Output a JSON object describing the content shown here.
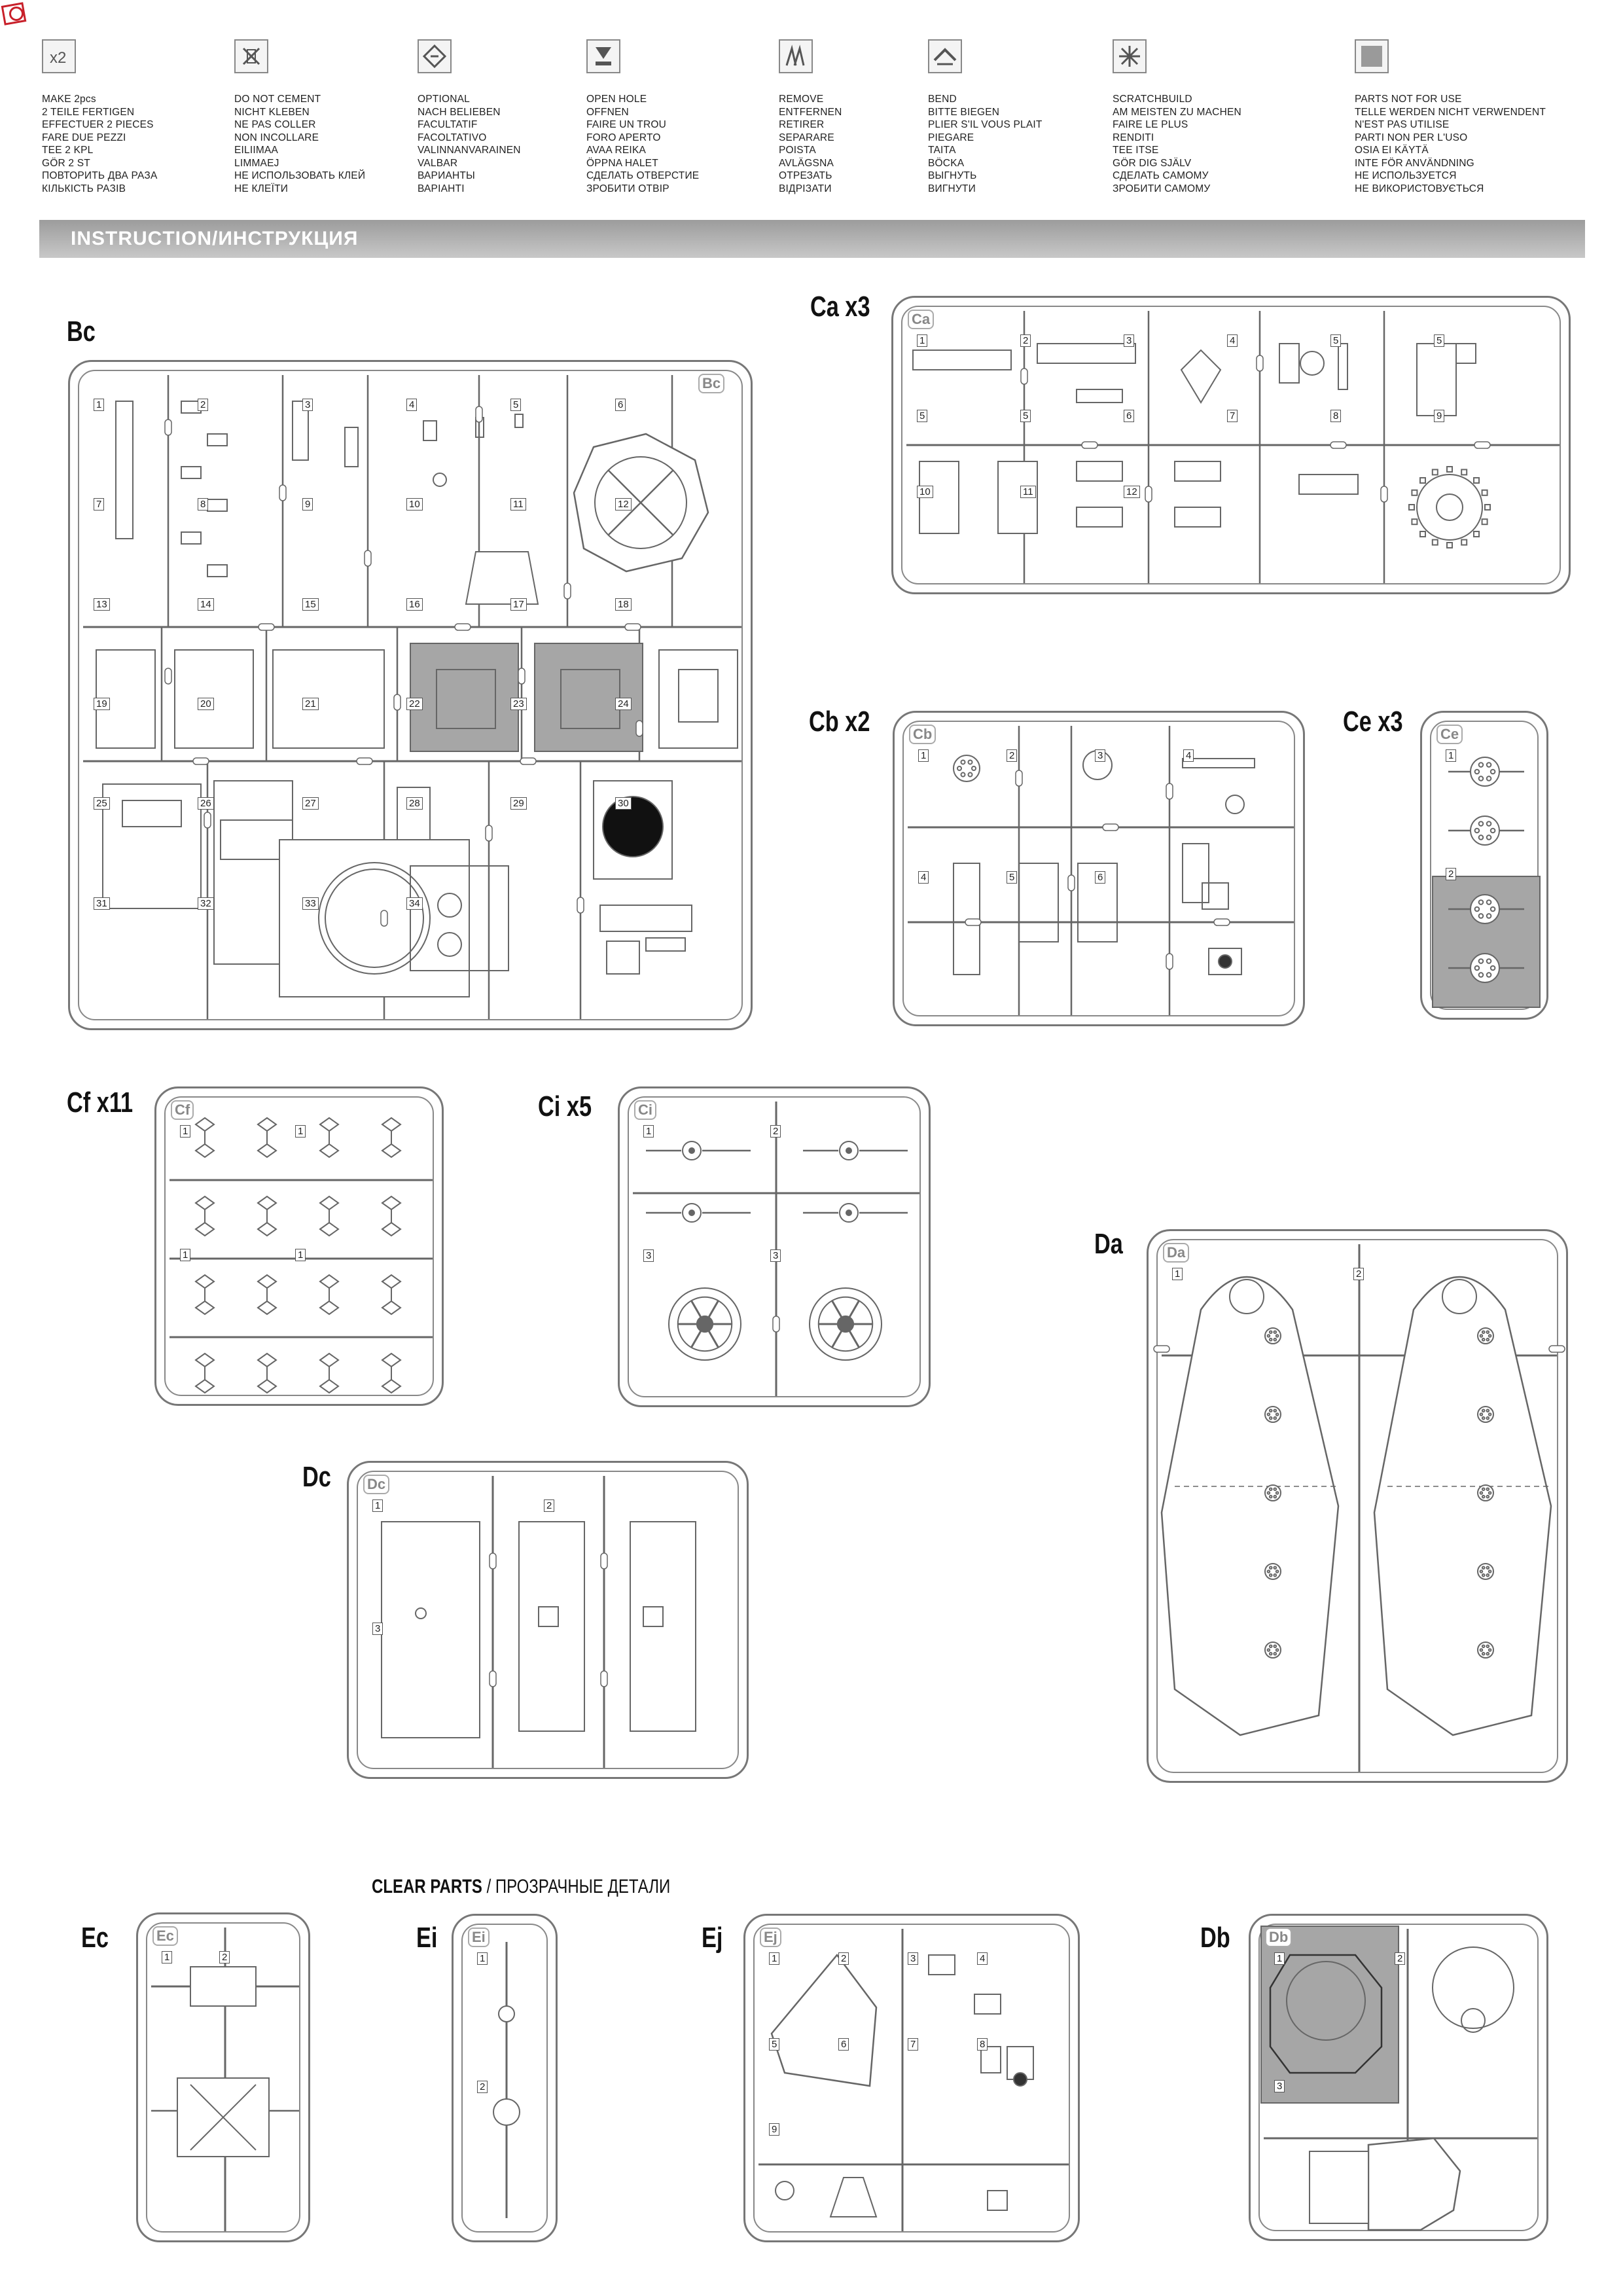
{
  "legend": [
    {
      "icon": "make-two-icon",
      "lines": [
        "MAKE 2pcs",
        "2 TEILE FERTIGEN",
        "EFFECTUER 2 PIECES",
        "FARE DUE PEZZI",
        "TEE 2 KPL",
        "GÖR 2 ST",
        "ПОВТОРИТЬ ДВА РАЗА",
        "КІЛЬКІСТЬ РАЗІВ"
      ]
    },
    {
      "icon": "no-cement-icon",
      "lines": [
        "DO NOT CEMENT",
        "NICHT KLEBEN",
        "NE PAS COLLER",
        "NON INCOLLARE",
        "EILIIMAA",
        "LIMMAEJ",
        "НЕ ИСПОЛЬЗОВАТЬ КЛЕЙ",
        "НЕ КЛЕЇТИ"
      ]
    },
    {
      "icon": "optional-icon",
      "lines": [
        "OPTIONAL",
        "NACH BELIEBEN",
        "FACULTATIF",
        "FACOLTATIVO",
        "VALINNANVARAINEN",
        "VALBAR",
        "ВАРИАНТЫ",
        "ВАРІАНТІ"
      ]
    },
    {
      "icon": "open-hole-icon",
      "lines": [
        "OPEN  HOLE",
        "OFFNEN",
        "FAIRE UN TROU",
        "FORO APERTO",
        "AVAA REIKA",
        "ÖPPNA HALET",
        "СДЕЛАТЬ ОТВЕРСТИЕ",
        "ЗРОБИТИ ОТВІР"
      ]
    },
    {
      "icon": "remove-icon",
      "lines": [
        "REMOVE",
        "ENTFERNEN",
        "RETIRER",
        "SEPARARE",
        "POISTA",
        "AVLÄGSNA",
        "ОТРЕЗАТЬ",
        "ВІДРІЗАТИ"
      ]
    },
    {
      "icon": "bend-icon",
      "lines": [
        "BEND",
        "BITTE BIEGEN",
        "PLIER S'IL VOUS PLAIT",
        "PIEGARE",
        "TAITA",
        "BÖCKA",
        "ВЫГНУТЬ",
        "ВИГНУТИ"
      ]
    },
    {
      "icon": "scratchbuild-icon",
      "lines": [
        "SCRATCHBUILD",
        "AM MEISTEN ZU MACHEN",
        "FAIRE LE PLUS",
        "RENDITI",
        "TEE ITSE",
        "GÖR DIG SJÄLV",
        "СДЕЛАТЬ САМОМУ",
        "ЗРОБИТИ САМОМУ"
      ]
    },
    {
      "icon": "not-for-use-icon",
      "lines": [
        "PARTS NOT FOR USE",
        "TELLE WERDEN NICHT VERWENDENT",
        "N'EST PAS UTILISE",
        "PARTI NON PER  L'USO",
        "OSIA EI KÄYTÄ",
        "INTE FÖR ANVÄNDNING",
        "НЕ ИСПОЛЬЗУЕТСЯ",
        "НЕ ВИКОРИСТОВУЄТЬСЯ"
      ]
    }
  ],
  "instruction_title": "INSTRUCTION/ИНСТРУКЦИЯ",
  "clear_parts_bold": "CLEAR PARTS",
  "clear_parts_rest": " / ПРОЗРАЧНЫЕ ДЕТАЛИ",
  "sprues": {
    "bc": {
      "label": "Bc",
      "tag": "Bc",
      "nums": [
        "1",
        "2",
        "3",
        "4",
        "5",
        "6",
        "7",
        "8",
        "9",
        "10",
        "11",
        "12",
        "13",
        "14",
        "15",
        "16",
        "17",
        "18",
        "19",
        "20",
        "21",
        "22",
        "23",
        "24",
        "25",
        "26",
        "27",
        "28",
        "29",
        "30",
        "31",
        "32",
        "33",
        "34"
      ]
    },
    "ca": {
      "label": "Ca x3",
      "tag": "Ca",
      "nums": [
        "1",
        "2",
        "3",
        "4",
        "5",
        "5",
        "5",
        "5",
        "6",
        "7",
        "8",
        "9",
        "10",
        "11",
        "12"
      ]
    },
    "cb": {
      "label": "Cb x2",
      "tag": "Cb",
      "nums": [
        "1",
        "2",
        "3",
        "4",
        "4",
        "5",
        "6"
      ]
    },
    "ce": {
      "label": "Ce x3",
      "tag": "Ce",
      "nums": [
        "1",
        "2"
      ]
    },
    "cf": {
      "label": "Cf x11",
      "tag": "Cf",
      "nums": [
        "1",
        "1",
        "1",
        "1"
      ]
    },
    "ci": {
      "label": "Ci x5",
      "tag": "Ci",
      "nums": [
        "1",
        "2",
        "3",
        "3"
      ]
    },
    "da": {
      "label": "Da",
      "tag": "Da",
      "nums": [
        "1",
        "2"
      ]
    },
    "dc": {
      "label": "Dc",
      "tag": "Dc",
      "nums": [
        "1",
        "2",
        "3"
      ]
    },
    "ec": {
      "label": "Ec",
      "tag": "Ec",
      "nums": [
        "1",
        "2"
      ]
    },
    "ei": {
      "label": "Ei",
      "tag": "Ei",
      "nums": [
        "1",
        "2"
      ]
    },
    "ej": {
      "label": "Ej",
      "tag": "Ej",
      "nums": [
        "1",
        "2",
        "3",
        "4",
        "5",
        "6",
        "7",
        "8",
        "9"
      ]
    },
    "db": {
      "label": "Db",
      "tag": "Db",
      "nums": [
        "1",
        "2",
        "3"
      ]
    }
  }
}
